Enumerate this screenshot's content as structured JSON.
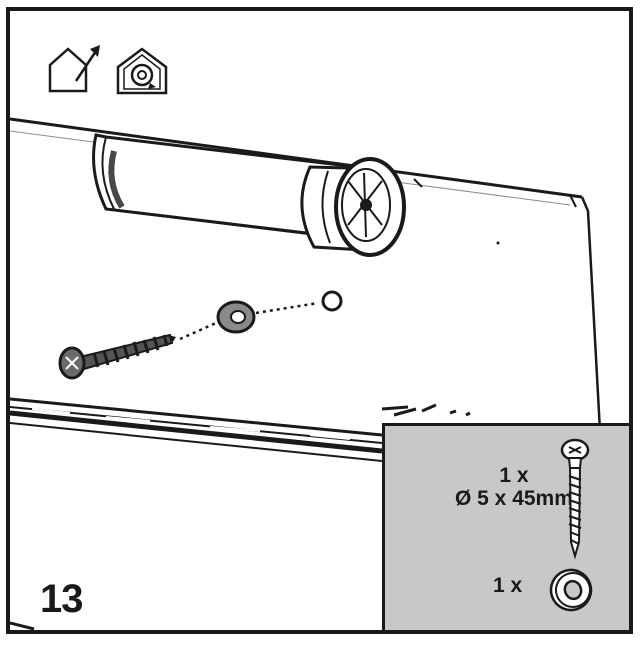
{
  "step": {
    "number": "13"
  },
  "icons": {
    "extraction_mode": "house-extraction-icon",
    "recirculation_mode": "house-recirculation-icon"
  },
  "parts": {
    "screw": {
      "quantity": "1 x",
      "spec": "Ø 5 x 45mm",
      "icon": "screw-icon"
    },
    "washer": {
      "quantity": "1 x",
      "icon": "washer-icon"
    }
  },
  "colors": {
    "line": "#1a1a1a",
    "panel": "#c8c8c8",
    "shade": "#d9d9d9",
    "background": "#ffffff"
  }
}
